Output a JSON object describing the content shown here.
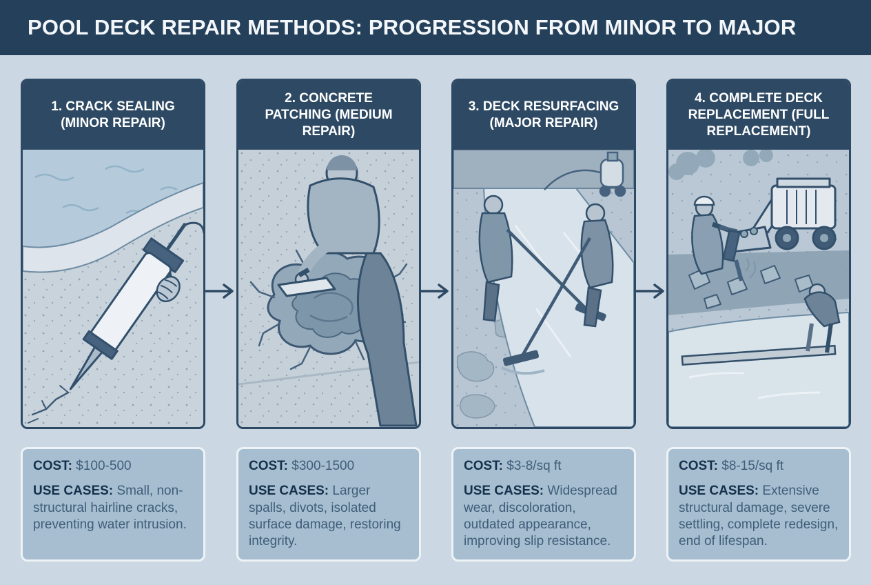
{
  "header": {
    "title": "POOL DECK REPAIR METHODS: PROGRESSION FROM MINOR TO MAJOR"
  },
  "colors": {
    "header_bg": "#24405a",
    "panel_accent": "#2d4963",
    "panel_bg": "#c9d3dc",
    "card_bg": "#a6bed0",
    "card_border": "#eef3f7",
    "page_bg": "#cbd8e3",
    "text_dark": "#15314c"
  },
  "icons": {
    "flow_arrow": "→"
  },
  "steps": [
    {
      "title": "1. CRACK SEALING (MINOR REPAIR)",
      "cost_label": "COST:",
      "cost_value": "$100-500",
      "use_cases_label": "USE CASES:",
      "use_cases_text": "Small, non-structural hairline cracks, preventing water intrusion.",
      "illustration": "caulk-gun-sealing-crack-beside-pool"
    },
    {
      "title": "2. CONCRETE PATCHING (MEDIUM REPAIR)",
      "cost_label": "COST:",
      "cost_value": "$300-1500",
      "use_cases_label": "USE CASES:",
      "use_cases_text": "Larger spalls, divots, isolated surface damage, restoring integrity.",
      "illustration": "worker-troweling-concrete-patch"
    },
    {
      "title": "3. DECK RESURFACING (MAJOR REPAIR)",
      "cost_label": "COST:",
      "cost_value": "$3-8/sq ft",
      "use_cases_label": "USE CASES:",
      "use_cases_text": "Widespread wear, discoloration, outdated appearance, improving slip resistance.",
      "illustration": "workers-applying-resurfacing-coat-with-squeegees"
    },
    {
      "title": "4. COMPLETE DECK REPLACEMENT (FULL REPLACEMENT)",
      "cost_label": "COST:",
      "cost_value": "$8-15/sq ft",
      "use_cases_label": "USE CASES:",
      "use_cases_text": "Extensive structural damage, severe settling, complete redesign, end of lifespan.",
      "illustration": "demolition-with-jackhammer-skid-steer-and-new-pour"
    }
  ]
}
